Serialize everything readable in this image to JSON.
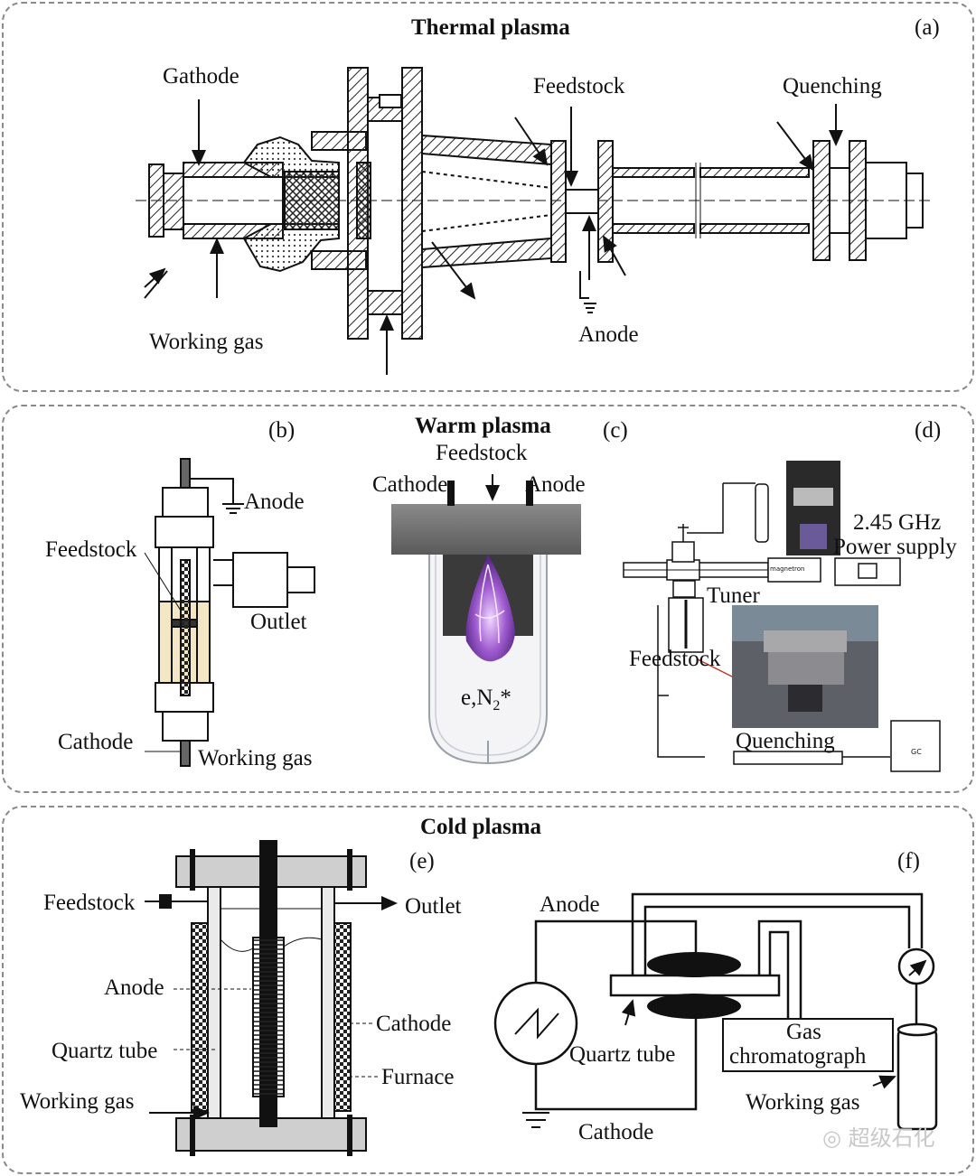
{
  "thermal": {
    "title": "Thermal plasma",
    "panel_a": "(a)",
    "labels": {
      "cathode": "Gathode",
      "feedstock": "Feedstock",
      "quenching": "Quenching",
      "working_gas": "Working gas",
      "anode": "Anode"
    }
  },
  "warm": {
    "title": "Warm plasma",
    "panel_b": "(b)",
    "panel_c": "(c)",
    "panel_d": "(d)",
    "b_labels": {
      "anode": "Anode",
      "feedstock": "Feedstock",
      "outlet": "Outlet",
      "cathode": "Cathode",
      "working_gas": "Working gas"
    },
    "c_labels": {
      "feedstock": "Feedstock",
      "cathode": "Cathode",
      "anode": "Anode",
      "species_base": "e,N",
      "species_sub": "2",
      "species_sup": "*"
    },
    "d_labels": {
      "frequency": "2.45 GHz",
      "power_supply": "Power supply",
      "tuner": "Tuner",
      "feedstock": "Feedstock",
      "quenching": "Quenching",
      "magnetron": "magnetron",
      "gc": "GC"
    }
  },
  "cold": {
    "title": "Cold plasma",
    "panel_e": "(e)",
    "panel_f": "(f)",
    "e_labels": {
      "feedstock": "Feedstock",
      "outlet": "Outlet",
      "anode": "Anode",
      "cathode": "Cathode",
      "quartz_tube": "Quartz tube",
      "furnace": "Furnace",
      "working_gas": "Working gas"
    },
    "f_labels": {
      "anode": "Anode",
      "quartz_tube": "Quartz tube",
      "gas": "Gas",
      "chromatograph": "chromatograph",
      "working_gas": "Working gas",
      "cathode": "Cathode"
    }
  },
  "watermark": "超级石化",
  "colors": {
    "panel_border": "#8a8a8a",
    "plasma_violet": "#a05cd0",
    "reactor_fill": "#f3e6c4",
    "electrode_gray": "#6e6e6e"
  }
}
